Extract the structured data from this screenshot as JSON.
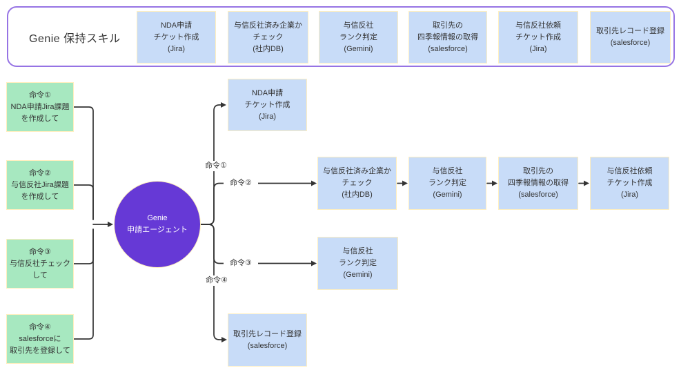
{
  "diagram": {
    "banner": {
      "title": "Genie 保持スキル",
      "skills": [
        {
          "lines": [
            "NDA申請",
            "チケット作成",
            "(Jira)"
          ]
        },
        {
          "lines": [
            "与信反社済み企業か",
            "チェック",
            "(社内DB)"
          ]
        },
        {
          "lines": [
            "与信反社",
            "ランク判定",
            "(Gemini)"
          ]
        },
        {
          "lines": [
            "取引先の",
            "四季報情報の取得",
            "(salesforce)"
          ]
        },
        {
          "lines": [
            "与信反社依頼",
            "チケット作成",
            "(Jira)"
          ]
        },
        {
          "lines": [
            "取引先レコード登録",
            "(salesforce)"
          ]
        }
      ]
    },
    "commands": [
      {
        "lines": [
          "命令①",
          "NDA申請Jira課題",
          "を作成して"
        ]
      },
      {
        "lines": [
          "命令②",
          "与信反社Jira課題",
          "を作成して"
        ]
      },
      {
        "lines": [
          "命令③",
          "与信反社チェック",
          "して"
        ]
      },
      {
        "lines": [
          "命令④",
          "salesforceに",
          "取引先を登録して"
        ]
      }
    ],
    "agent": {
      "lines": [
        "Genie",
        "申請エージェント"
      ]
    },
    "flow": {
      "nda_ticket": {
        "lines": [
          "NDA申請",
          "チケット作成",
          "(Jira)"
        ]
      },
      "credit_check": {
        "lines": [
          "与信反社済み企業か",
          "チェック",
          "(社内DB)"
        ]
      },
      "credit_rank": {
        "lines": [
          "与信反社",
          "ランク判定",
          "(Gemini)"
        ]
      },
      "shikiho_fetch": {
        "lines": [
          "取引先の",
          "四季報情報の取得",
          "(salesforce)"
        ]
      },
      "credit_request_ticket": {
        "lines": [
          "与信反社依頼",
          "チケット作成",
          "(Jira)"
        ]
      },
      "credit_rank_single": {
        "lines": [
          "与信反社",
          "ランク判定",
          "(Gemini)"
        ]
      },
      "account_record": {
        "lines": [
          "取引先レコード登録",
          "(salesforce)"
        ]
      }
    },
    "edge_labels": {
      "cmd1": "命令①",
      "cmd2": "命令②",
      "cmd3": "命令③",
      "cmd4": "命令④"
    },
    "colors": {
      "banner_border": "#9673e4",
      "skill_node_fill": "#c8dcf8",
      "command_node_fill": "#a7e8c0",
      "node_border": "#ffefc0",
      "agent_fill": "#6639d6",
      "agent_text": "#ffffff",
      "edge": "#333333",
      "text": "#333333"
    }
  }
}
